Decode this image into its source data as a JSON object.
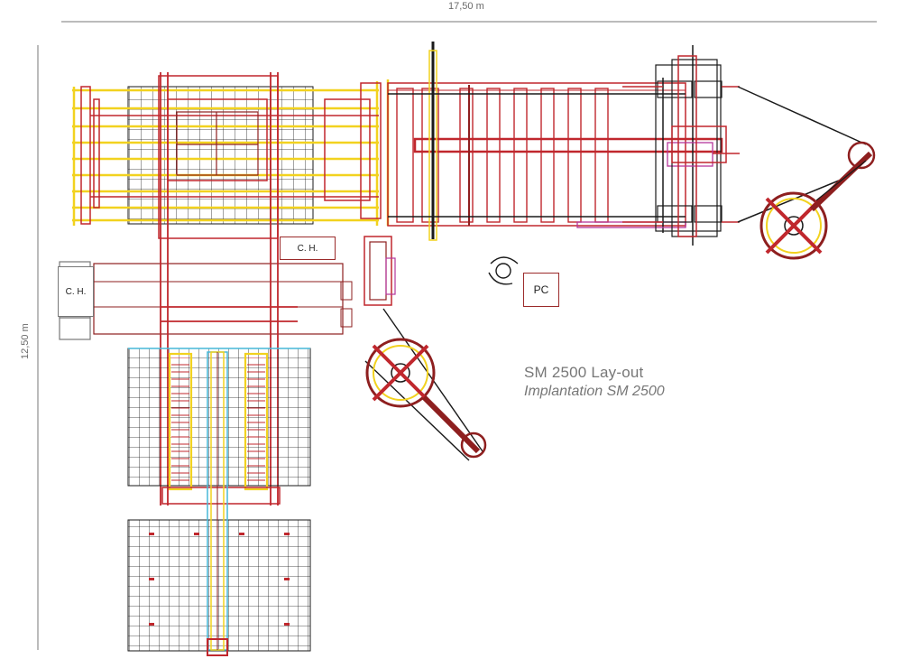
{
  "dimensions": {
    "width_label": "17,50 m",
    "height_label": "12,50 m"
  },
  "labels": {
    "control_house_top": "C. H.",
    "control_house_left": "C. H.",
    "pc": "PC"
  },
  "title": {
    "main": "SM 2500 Lay-out",
    "sub": "Implantation SM 2500"
  },
  "colors": {
    "red": "#c0272d",
    "dark_red": "#8e1f1f",
    "yellow": "#f2d21f",
    "black": "#1a1a1a",
    "magenta": "#b5369b",
    "cyan": "#47b8d8",
    "grey_line": "#777777"
  },
  "icons": {
    "operator": "operator-icon"
  }
}
